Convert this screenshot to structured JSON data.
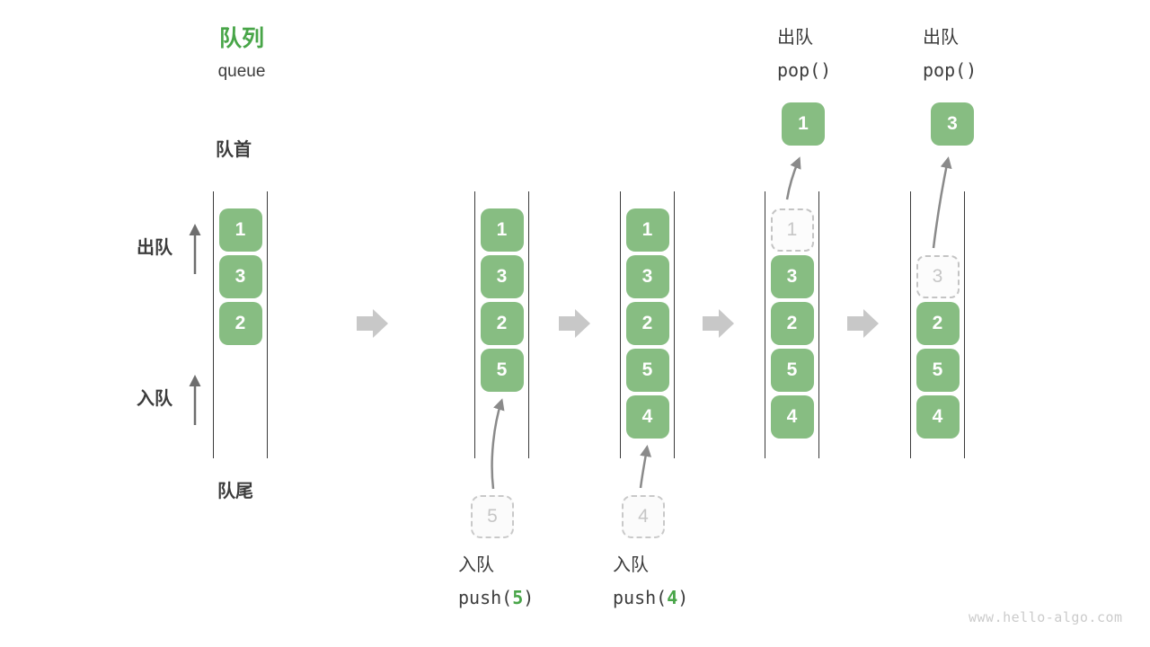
{
  "title": {
    "zh": "队列",
    "en": "queue"
  },
  "side_labels": {
    "front": "队首",
    "rear": "队尾",
    "dequeue": "出队",
    "enqueue": "入队"
  },
  "queue": {
    "columns": [
      {
        "items": [
          {
            "value": "1",
            "row": 0
          },
          {
            "value": "3",
            "row": 1
          },
          {
            "value": "2",
            "row": 2
          }
        ]
      },
      {
        "items": [
          {
            "value": "1",
            "row": 0
          },
          {
            "value": "3",
            "row": 1
          },
          {
            "value": "2",
            "row": 2
          },
          {
            "value": "5",
            "row": 3
          }
        ]
      },
      {
        "items": [
          {
            "value": "1",
            "row": 0
          },
          {
            "value": "3",
            "row": 1
          },
          {
            "value": "2",
            "row": 2
          },
          {
            "value": "5",
            "row": 3
          },
          {
            "value": "4",
            "row": 4
          }
        ]
      },
      {
        "items": [
          {
            "value": "1",
            "row": 0,
            "ghost": true
          },
          {
            "value": "3",
            "row": 1
          },
          {
            "value": "2",
            "row": 2
          },
          {
            "value": "5",
            "row": 3
          },
          {
            "value": "4",
            "row": 4
          }
        ]
      },
      {
        "items": [
          {
            "value": "3",
            "row": 1,
            "ghost": true
          },
          {
            "value": "2",
            "row": 2
          },
          {
            "value": "5",
            "row": 3
          },
          {
            "value": "4",
            "row": 4
          }
        ]
      }
    ]
  },
  "push_ops": [
    {
      "label": "入队",
      "code_prefix": "push(",
      "code_value": "5",
      "code_suffix": ")",
      "staged_value": "5"
    },
    {
      "label": "入队",
      "code_prefix": "push(",
      "code_value": "4",
      "code_suffix": ")",
      "staged_value": "4"
    }
  ],
  "pop_ops": [
    {
      "label": "出队",
      "code": "pop()",
      "popped_value": "1"
    },
    {
      "label": "出队",
      "code": "pop()",
      "popped_value": "3"
    }
  ],
  "watermark": "www.hello-algo.com",
  "colors": {
    "box_green": "#87bd82",
    "accent_green": "#48a548",
    "text_dark": "#3c3c3c",
    "rail": "#3a3a3a",
    "ghost_gray": "#c6c6c6",
    "flow_arrow_gray": "#7a7a7a",
    "block_arrow_gray": "#c8c8c8",
    "watermark_gray": "#cbcbcb"
  }
}
